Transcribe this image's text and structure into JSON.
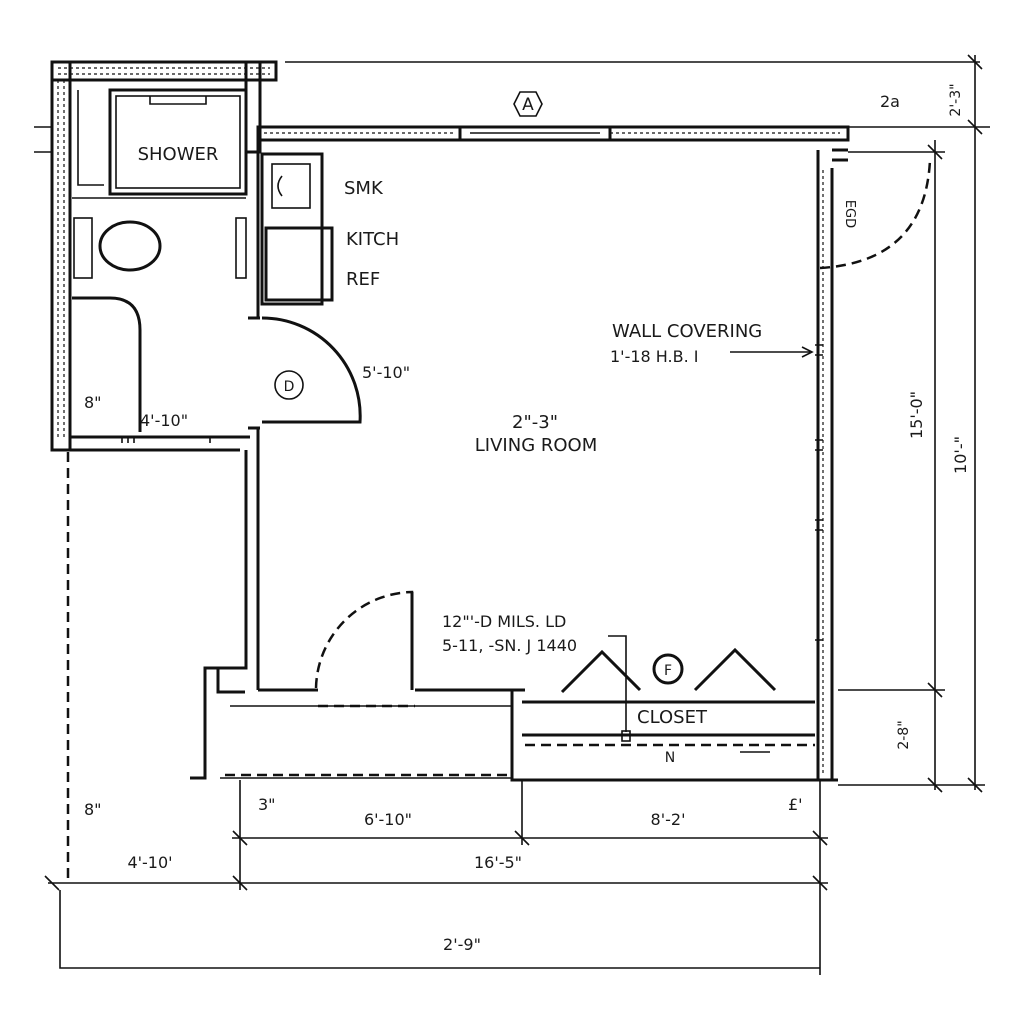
{
  "plan": {
    "grid_marker": "A",
    "top_offset": "2a",
    "top_height": "2'-3\"",
    "door_tag_right": "EGD",
    "rooms": {
      "shower": "SHOWER",
      "sink": "SMK",
      "kitchen": "KITCH",
      "ref": "REF",
      "living": "LIVING ROOM",
      "living_ceiling": "2\"-3\"",
      "closet": "CLOSET",
      "closet_shelf": "N"
    },
    "notes": {
      "wall_covering": "WALL COVERING",
      "wall_covering_spec": "1'-18 H.B. I",
      "closet_door_line1": "12\"'-D MILS. LD",
      "closet_door_line2": "5-11, -SN. J 1440",
      "bath_door_tag": "D",
      "closet_door_tag": "F"
    },
    "dimensions": {
      "bath_door": "5'-10\"",
      "bath_left": "8\"",
      "bath_width": "4'-10\"",
      "right_living": "15'-0\"",
      "right_overall": "10'-\"",
      "right_closet": "2-8\"",
      "left_lower": "8\"",
      "seg_3": "3\"",
      "seg_hall": "6'-10\"",
      "seg_closet": "8'-2'",
      "seg_end": "£'",
      "row2_left": "4'-10'",
      "row2_main": "16'-5\"",
      "overall": "2'-9\""
    }
  }
}
